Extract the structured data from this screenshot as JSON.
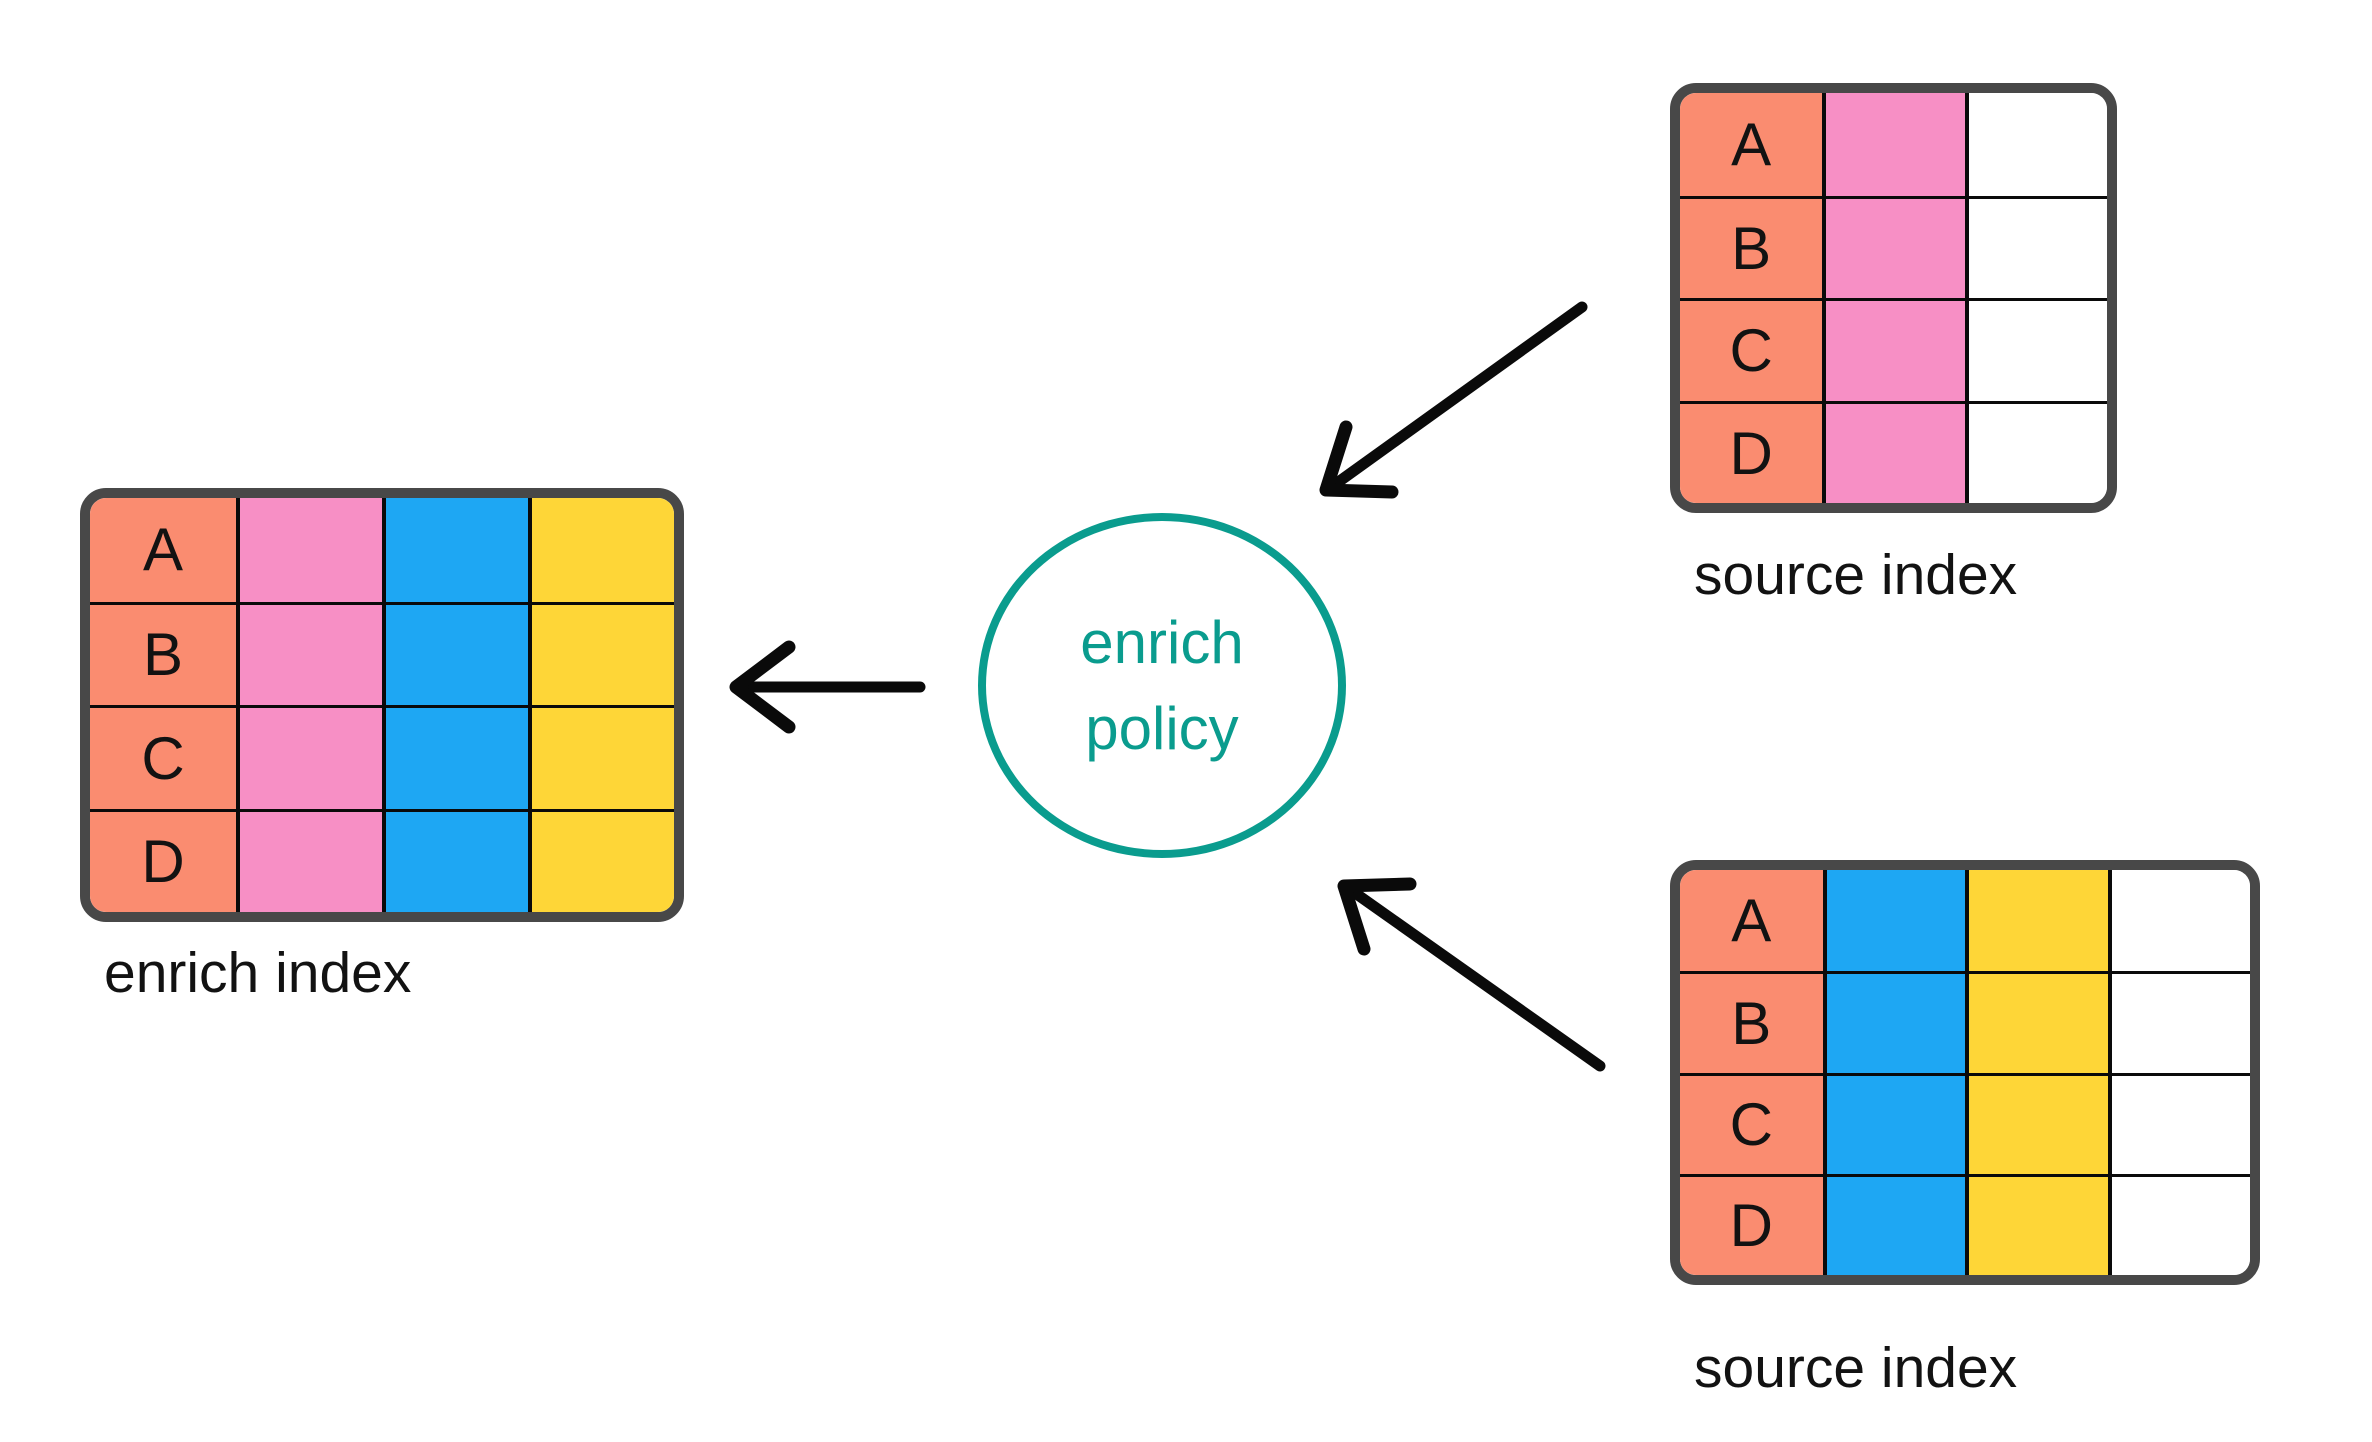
{
  "colors": {
    "salmon": "#FA8C70",
    "pink": "#F78FC5",
    "blue": "#1EA7F3",
    "yellow": "#FED637",
    "white": "#FFFFFF",
    "table_border": "#484848",
    "grid_line": "#0A0A0A",
    "teal": "#0A9C8E",
    "arrow": "#0A0A0A",
    "text": "#121212",
    "background": "#FFFFFF"
  },
  "policy": {
    "line1": "enrich",
    "line2": "policy"
  },
  "tables": [
    {
      "id": "enrich-index",
      "label": "enrich index",
      "row_keys": [
        "A",
        "B",
        "C",
        "D"
      ],
      "columns": [
        "salmon",
        "pink",
        "blue",
        "yellow"
      ]
    },
    {
      "id": "source-index-top",
      "label": "source index",
      "row_keys": [
        "A",
        "B",
        "C",
        "D"
      ],
      "columns": [
        "salmon",
        "pink",
        "white"
      ]
    },
    {
      "id": "source-index-bottom",
      "label": "source index",
      "row_keys": [
        "A",
        "B",
        "C",
        "D"
      ],
      "columns": [
        "salmon",
        "blue",
        "yellow",
        "white"
      ]
    }
  ],
  "arrows": [
    {
      "from": "source-index-top",
      "to": "enrich-policy"
    },
    {
      "from": "source-index-bottom",
      "to": "enrich-policy"
    },
    {
      "from": "enrich-policy",
      "to": "enrich-index"
    }
  ]
}
